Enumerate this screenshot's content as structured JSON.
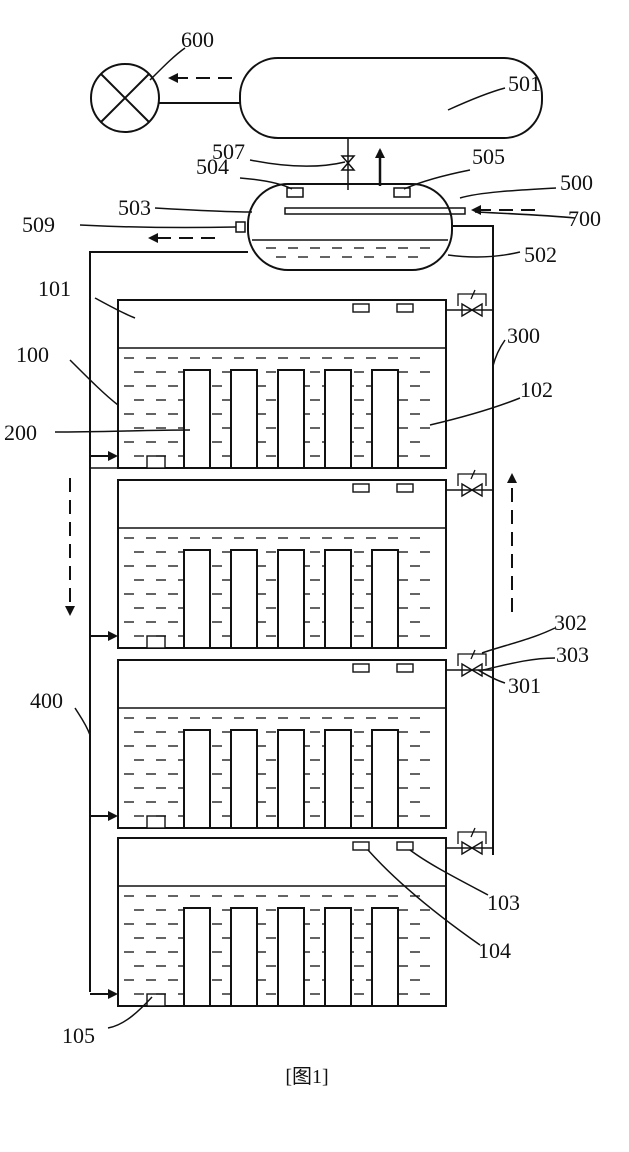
{
  "labels": {
    "l600": "600",
    "l501": "501",
    "l507": "507",
    "l504": "504",
    "l505": "505",
    "l500": "500",
    "l503": "503",
    "l509": "509",
    "l700": "700",
    "l502": "502",
    "l101": "101",
    "l100": "100",
    "l300": "300",
    "l102": "102",
    "l200": "200",
    "l302": "302",
    "l303": "303",
    "l301": "301",
    "l400": "400",
    "l103": "103",
    "l104": "104",
    "l105": "105"
  },
  "caption": "[图1]",
  "colors": {
    "ink": "#111111",
    "paper": "#ffffff"
  }
}
